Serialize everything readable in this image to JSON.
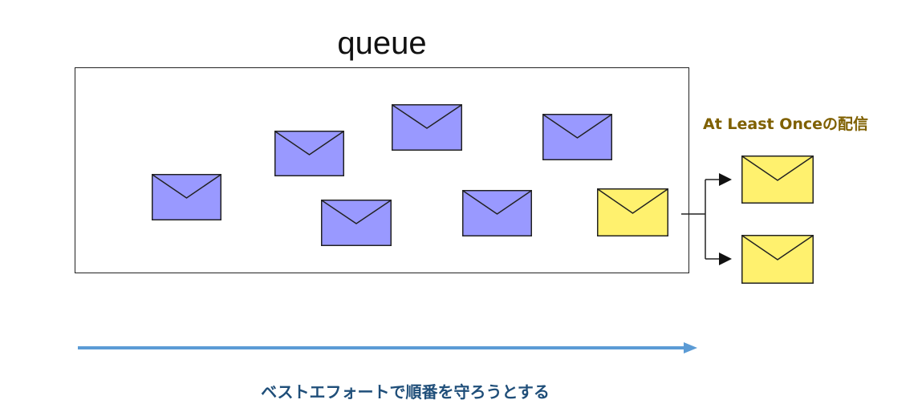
{
  "diagram": {
    "queue_label": "queue",
    "delivery_label": "At Least Onceの配信",
    "caption": "ベストエフォートで順番を守ろうとする",
    "colors": {
      "pending_message": "#9999ff",
      "delivered_message": "#fff16e",
      "outline": "#222222",
      "label_gold": "#7f6000",
      "caption_blue": "#1f4e79",
      "flow_arrow": "#5b9bd5"
    },
    "icons": {
      "pending_message": "envelope-icon",
      "delivered_message": "envelope-icon",
      "fanout": "fork-arrow-icon",
      "flow": "long-arrow-right-icon"
    }
  }
}
